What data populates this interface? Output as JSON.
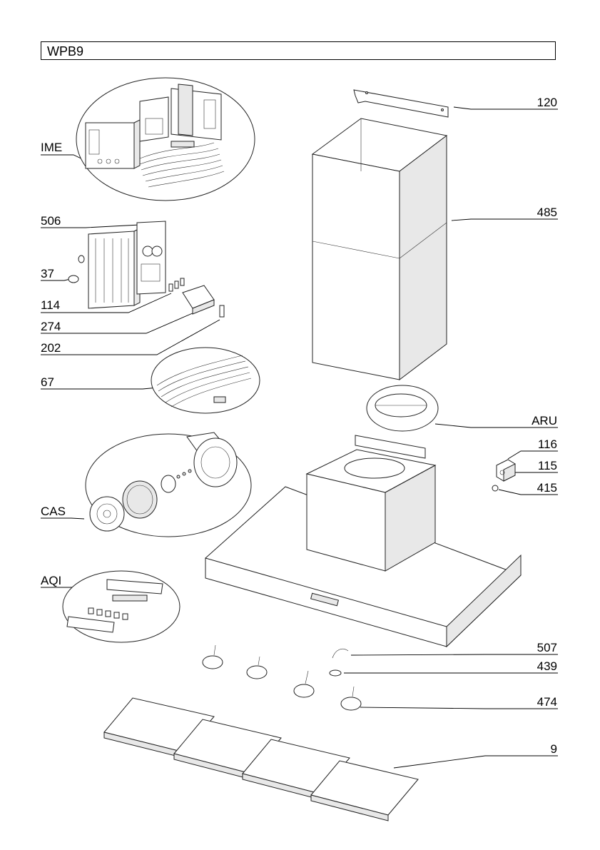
{
  "title": "WPB9",
  "labels": {
    "ime": "IME",
    "p506": "506",
    "p37": "37",
    "p114": "114",
    "p274": "274",
    "p202": "202",
    "p67": "67",
    "cas": "CAS",
    "aqi": "AQI",
    "p120": "120",
    "p485": "485",
    "aru": "ARU",
    "p116": "116",
    "p115": "115",
    "p415": "415",
    "p507": "507",
    "p439": "439",
    "p474": "474",
    "p9": "9"
  }
}
